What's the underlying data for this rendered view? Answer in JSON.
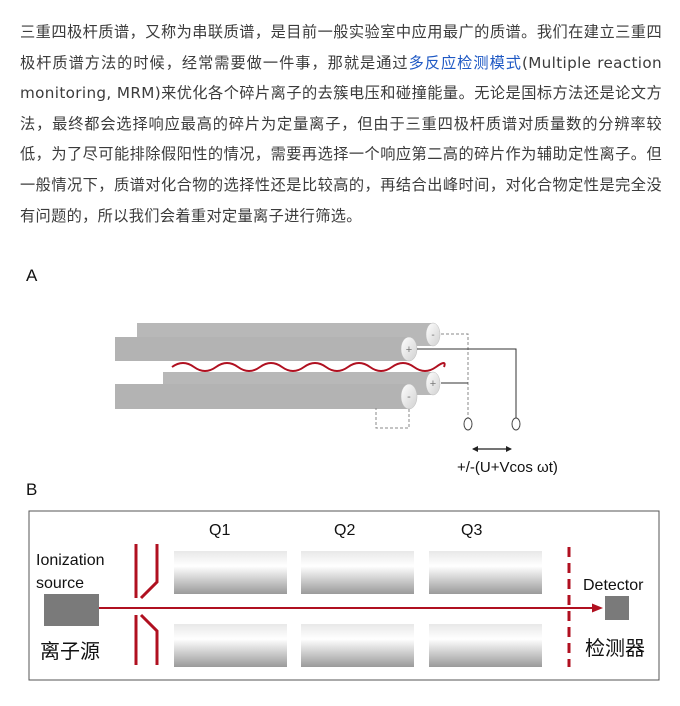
{
  "paragraph": {
    "part1": "三重四极杆质谱，又称为串联质谱，是目前一般实验室中应用最广的质谱。我们在建立三重四极杆质谱方法的时候，经常需要做一件事，那就是通过",
    "link": "多反应检测模式",
    "part2": "(Multiple reaction monitoring, MRM)来优化各个碎片离子的去簇电压和碰撞能量。无论是国标方法还是论文方法，最终都会选择响应最高的碎片为定量离子，但由于三重四极杆质谱对质量数的分辨率较低，为了尽可能排除假阳性的情况，需要再选择一个响应第二高的碎片作为辅助定性离子。但一般情况下，质谱对化合物的选择性还是比较高的，再结合出峰时间，对化合物定性是完全没有问题的，所以我们会着重对定量离子进行筛选。"
  },
  "figure_a": {
    "label": "A",
    "voltage_label": "+/-(U+Vcos ωt)",
    "rod_signs": [
      "+",
      "-",
      "+",
      "-"
    ]
  },
  "figure_b": {
    "label": "B",
    "quad_labels": [
      "Q1",
      "Q2",
      "Q3"
    ],
    "source_label_en_1": "Ionization",
    "source_label_en_2": "source",
    "source_label_zh": "离子源",
    "detector_label_en": "Detector",
    "detector_label_zh": "检测器"
  },
  "colors": {
    "link": "#1f59c4",
    "beam": "#b01020",
    "rod": "#b3b3b3"
  }
}
